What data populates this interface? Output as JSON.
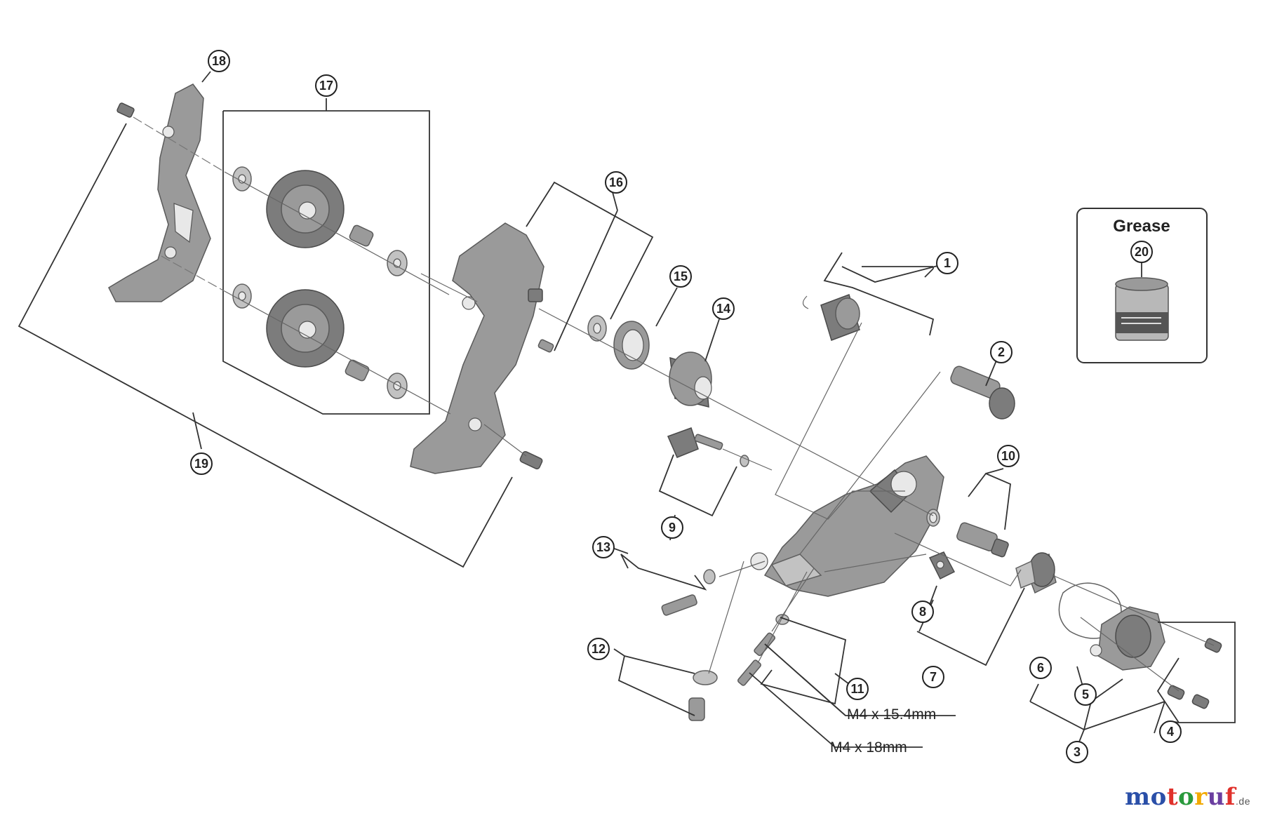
{
  "grease_box": {
    "title": "Grease",
    "callout": "20"
  },
  "callouts": {
    "c1": "1",
    "c2": "2",
    "c3": "3",
    "c4": "4",
    "c5": "5",
    "c6": "6",
    "c7": "7",
    "c8": "8",
    "c9": "9",
    "c10": "10",
    "c11": "11",
    "c12": "12",
    "c13": "13",
    "c14": "14",
    "c15": "15",
    "c16": "16",
    "c17": "17",
    "c18": "18",
    "c19": "19"
  },
  "specs": {
    "bolt_a": "M4 x 15.4mm",
    "bolt_b": "M4 x 18mm"
  },
  "brand": {
    "letters": [
      "m",
      "o",
      "t",
      "o",
      "r",
      "u",
      "f"
    ],
    "suffix": ".de",
    "colors": [
      "#2a4fa8",
      "#2a4fa8",
      "#e0312b",
      "#2a9a3c",
      "#f2a900",
      "#6b3fa0",
      "#e0312b"
    ]
  }
}
